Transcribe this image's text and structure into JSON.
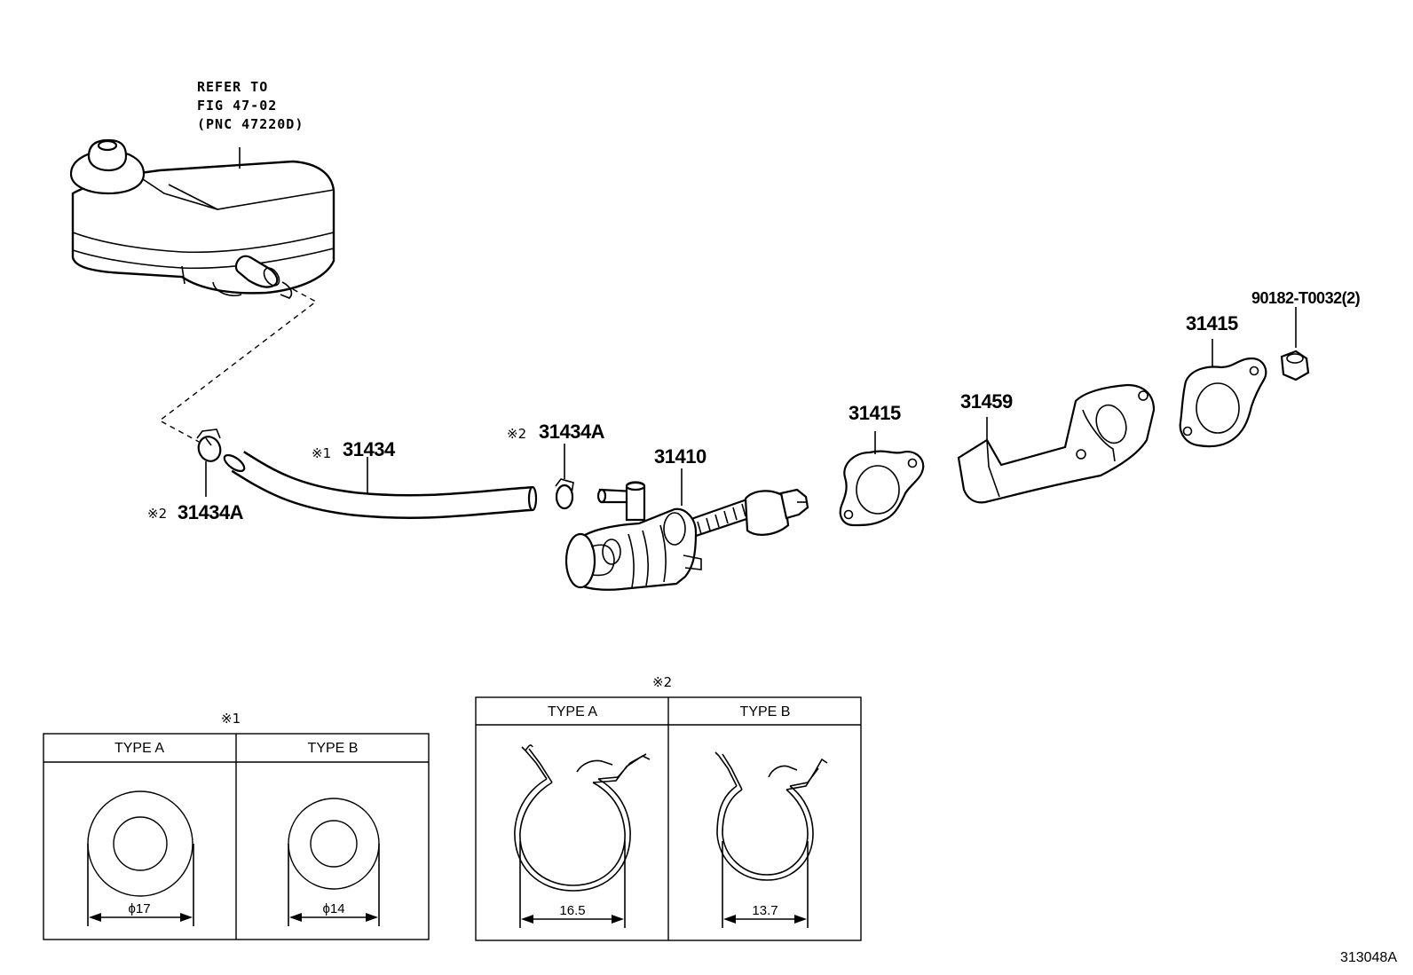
{
  "reference": {
    "line1": "REFER TO",
    "line2": "FIG 47-02",
    "line3": "(PNC 47220D)"
  },
  "parts": {
    "hose_mark": "※1",
    "hose": "31434",
    "clip_left_mark": "※2",
    "clip_left": "31434A",
    "clip_right_mark": "※2",
    "clip_right": "31434A",
    "master_cylinder": "31410",
    "gasket_left": "31415",
    "bracket": "31459",
    "gasket_right": "31415",
    "nut": "90182-T0032(2)"
  },
  "table1": {
    "mark": "※1",
    "type_a": "TYPE A",
    "type_b": "TYPE B",
    "dim_a": "ϕ17",
    "dim_b": "ϕ14"
  },
  "table2": {
    "mark": "※2",
    "type_a": "TYPE A",
    "type_b": "TYPE B",
    "dim_a": "16.5",
    "dim_b": "13.7"
  },
  "figure_id": "313048A"
}
